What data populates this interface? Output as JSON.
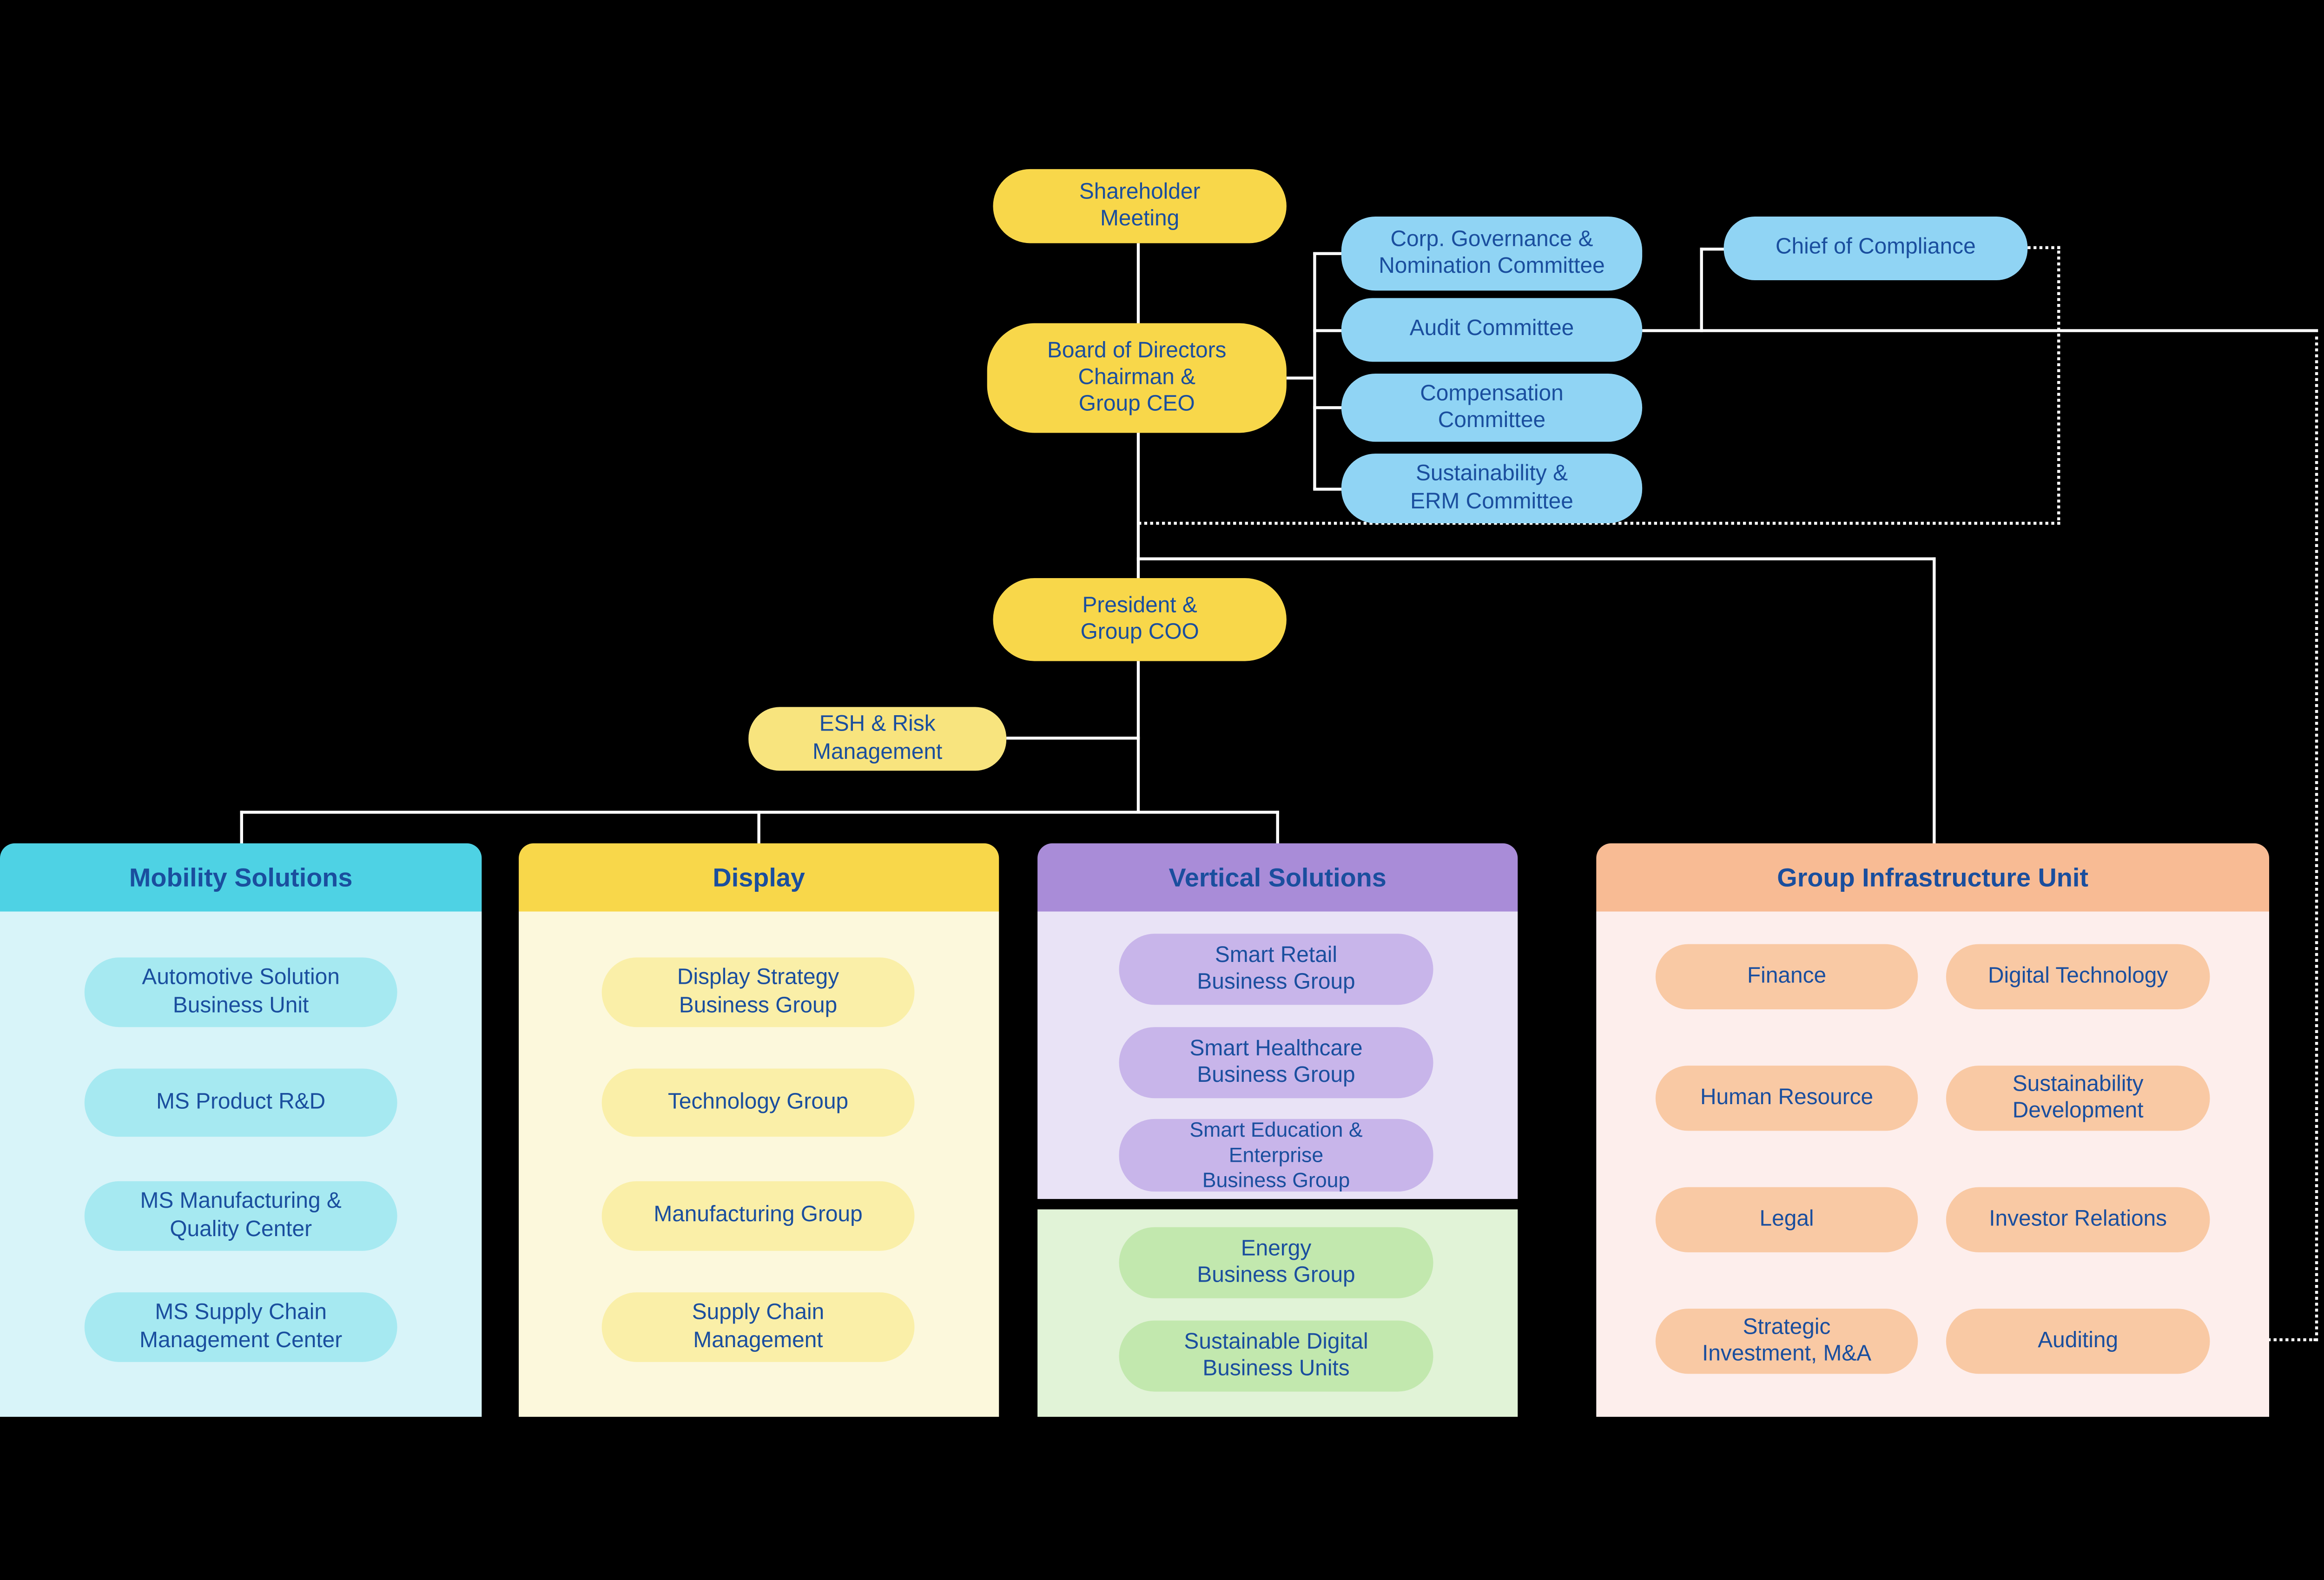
{
  "colors": {
    "background": "#000000",
    "line": "#FFFFFF",
    "navy_text": "#1A4E9E",
    "yellow": "#F8D74A",
    "light_yellow": "#F8E47E",
    "committee_blue": "#90D4F4",
    "display_body": "#FCF8DC",
    "display_pill": "#FAEFA8",
    "mobility_header": "#4ED2E4",
    "mobility_body": "#D8F4F9",
    "mobility_pill": "#A6E9F1",
    "vertical_header": "#A98CD8",
    "vertical_body": "#E9E3F6",
    "vertical_pill": "#C8B5EA",
    "energy_body": "#E1F3D7",
    "energy_pill": "#C2E8AE",
    "infra_header": "#F8BB94",
    "infra_body": "#FDEEEC",
    "infra_pill": "#F9C9A4"
  },
  "chart": {
    "nodes": {
      "shareholder": "Shareholder\nMeeting",
      "board": "Board of Directors\nChairman &\nGroup CEO",
      "chief_of_compliance": "Chief of Compliance",
      "president": "President &\nGroup COO",
      "esh": "ESH & Risk\nManagement"
    },
    "committees": [
      "Corp. Governance &\nNomination Committee",
      "Audit Committee",
      "Compensation\nCommittee",
      "Sustainability &\nERM Committee"
    ],
    "columns": [
      {
        "title": "Mobility Solutions",
        "items": [
          "Automotive Solution\nBusiness Unit",
          "MS Product R&D",
          "MS Manufacturing &\nQuality Center",
          "MS Supply Chain\nManagement Center"
        ]
      },
      {
        "title": "Display",
        "items": [
          "Display Strategy\nBusiness Group",
          "Technology Group",
          "Manufacturing Group",
          "Supply Chain\nManagement"
        ]
      },
      {
        "title": "Vertical Solutions",
        "items": [
          "Smart Retail\nBusiness Group",
          "Smart Healthcare\nBusiness Group",
          "Smart Education &\nEnterprise\nBusiness Group"
        ],
        "energy_items": [
          "Energy\nBusiness Group",
          "Sustainable Digital\nBusiness Units"
        ]
      },
      {
        "title": "Group Infrastructure Unit",
        "left_items": [
          "Finance",
          "Human Resource",
          "Legal",
          "Strategic\nInvestment, M&A"
        ],
        "right_items": [
          "Digital Technology",
          "Sustainability\nDevelopment",
          "Investor Relations",
          "Auditing"
        ]
      }
    ]
  }
}
